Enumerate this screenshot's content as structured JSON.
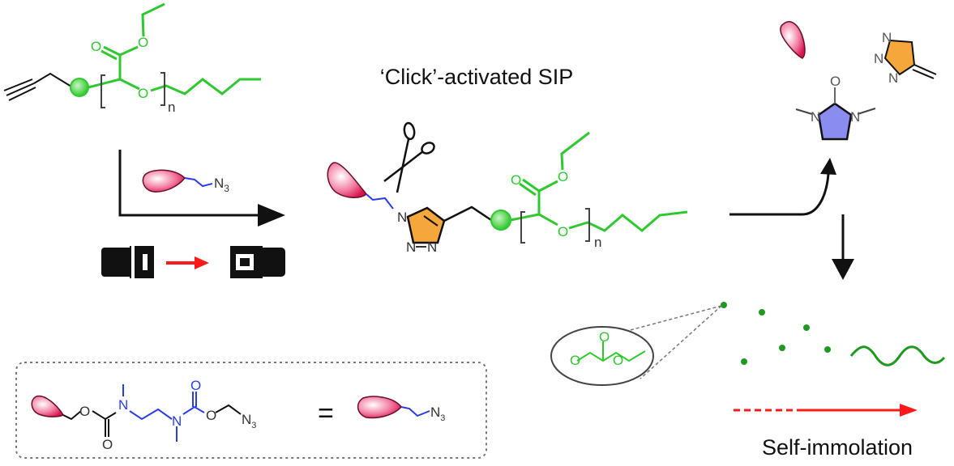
{
  "title": "‘Click’-activated SIP",
  "footer": "Self-immolation",
  "labels": {
    "O": "O",
    "N": "N",
    "n": "n",
    "sub3": "3",
    "equals": "="
  },
  "colors": {
    "polymer": "#2fc82f",
    "linker": "#2a3ce8",
    "triazole": "#f5a73b",
    "imidazolidinone": "#8a8cf0",
    "payload": "#e8336b",
    "red_arrow": "#ff1a1a"
  }
}
